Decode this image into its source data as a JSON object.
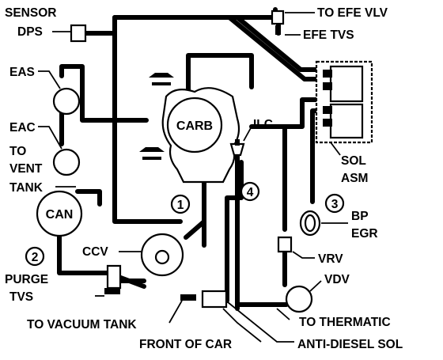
{
  "labels": {
    "sensor": "SENSOR",
    "dps": "DPS",
    "to_efe_vlv": "TO EFE VLV",
    "efe_tvs": "EFE TVS",
    "eas": "EAS",
    "eac": "EAC",
    "to": "TO",
    "vent": "VENT",
    "tank": "TANK",
    "can": "CAN",
    "carb": "CARB",
    "ilc": "ILC",
    "sol": "SOL",
    "asm": "ASM",
    "bp": "BP",
    "egr": "EGR",
    "ccv": "CCV",
    "vrv": "VRV",
    "vdv": "VDV",
    "purge": "PURGE",
    "tvs": "TVS",
    "to_vacuum_tank": "TO VACUUM TANK",
    "front_of_car": "FRONT OF CAR",
    "to_thermatic": "TO THERMATIC",
    "anti_diesel_sol": "ANTI-DIESEL SOL"
  },
  "callouts": {
    "one": "1",
    "two": "2",
    "three": "3",
    "four": "4"
  }
}
